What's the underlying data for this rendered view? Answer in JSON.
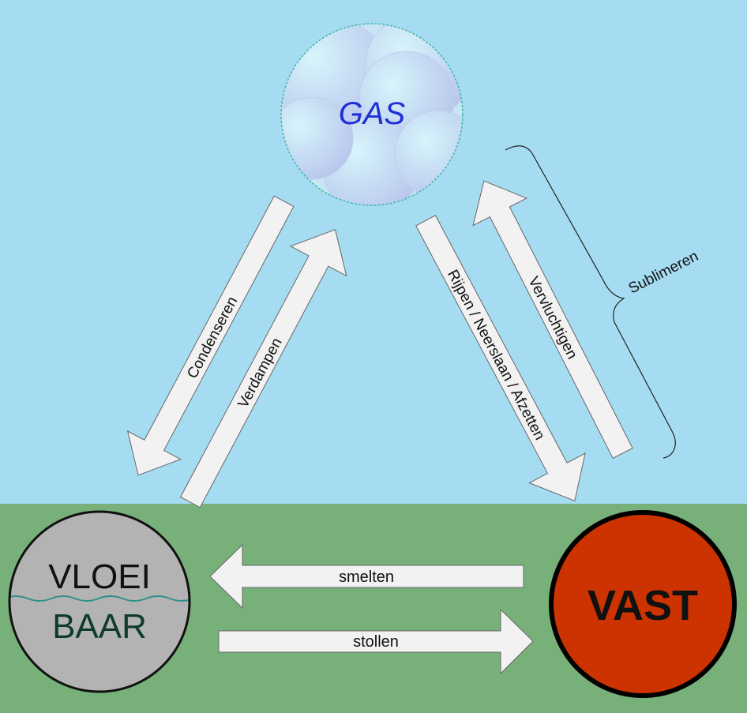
{
  "states": {
    "gas": "GAS",
    "liquid_line1": "VLOEI",
    "liquid_line2": "BAAR",
    "solid": "VAST"
  },
  "transitions": {
    "condensing": "Condenseren",
    "evaporating": "Verdampen",
    "deposition": "Rijpen / Neerslaan / Afzetten",
    "sublimating_arrow": "Vervluchtigen",
    "sublimating_group": "Sublimeren",
    "melting": "smelten",
    "freezing": "stollen"
  },
  "colors": {
    "sky": "#a6dcf2",
    "ground": "#78b07a",
    "gas_text": "#1f2fd6",
    "liquid_fill": "#b3b3b3",
    "liquid_text_bottom": "#0e3b2a",
    "solid_fill": "#cc3300",
    "arrow_fill": "#f2f2f2",
    "arrow_stroke": "#666666"
  }
}
